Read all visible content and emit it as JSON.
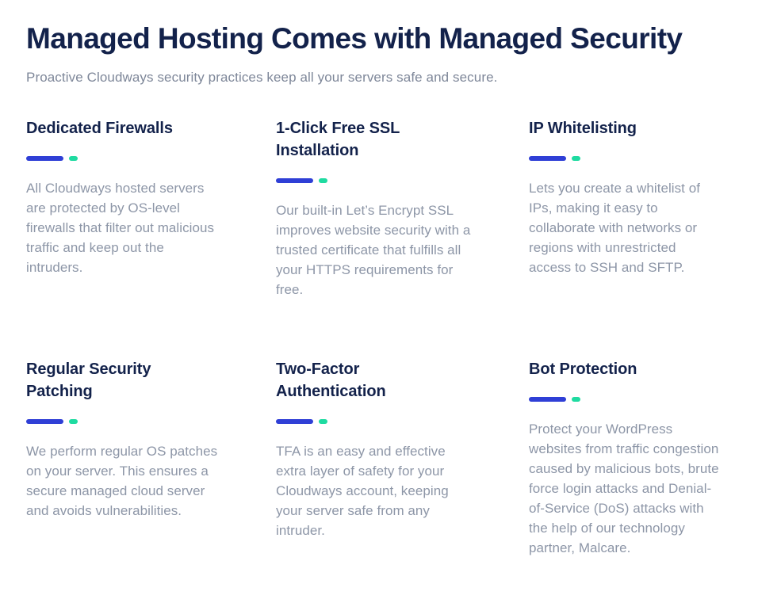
{
  "hero": {
    "title": "Managed Hosting Comes with Managed Security",
    "subtitle": "Proactive Cloudways security practices keep all your servers safe and secure."
  },
  "colors": {
    "heading": "#13224b",
    "body_text": "#8d96a7",
    "subtitle_text": "#7e8799",
    "divider_blue": "#2f3fd6",
    "divider_green": "#1fdba1",
    "background": "#ffffff"
  },
  "features": [
    {
      "title": "Dedicated Firewalls",
      "body": "All Cloudways hosted servers are protected by OS-level firewalls that filter out malicious traffic and keep out the intruders."
    },
    {
      "title": "1-Click Free SSL Installation",
      "body": "Our built-in Let’s Encrypt SSL improves website security with a trusted certificate that fulfills all your HTTPS requirements for free."
    },
    {
      "title": "IP Whitelisting",
      "body": "Lets you create a whitelist of IPs, making it easy to collaborate with networks or regions with unrestricted access to SSH and SFTP."
    },
    {
      "title": "Regular Security Patching",
      "body": "We perform regular OS patches on your server. This ensures a secure managed cloud server and avoids vulnerabilities."
    },
    {
      "title": "Two-Factor Authentication",
      "body": "TFA is an easy and effective extra layer of safety for your Cloudways account, keeping your server safe from any intruder."
    },
    {
      "title": "Bot Protection",
      "body": "Protect your WordPress websites from traffic congestion caused by malicious bots, brute force login attacks and Denial-of-Service (DoS) attacks with the help of our technology partner, Malcare."
    }
  ]
}
